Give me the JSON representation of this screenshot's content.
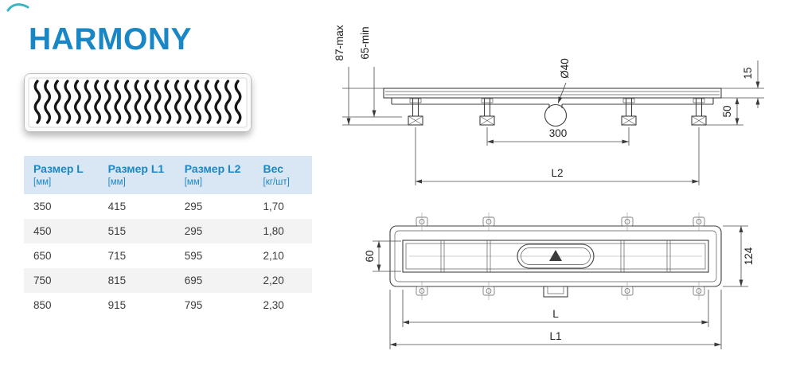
{
  "brand": {
    "title": "HARMONY"
  },
  "table": {
    "headers": [
      {
        "label": "Размер L",
        "unit": "[мм]"
      },
      {
        "label": "Размер L1",
        "unit": "[мм]"
      },
      {
        "label": "Размер L2",
        "unit": "[мм]"
      },
      {
        "label": "Вес",
        "unit": "[кг/шт]"
      }
    ],
    "rows": [
      [
        "350",
        "415",
        "295",
        "1,70"
      ],
      [
        "450",
        "515",
        "295",
        "1,80"
      ],
      [
        "650",
        "715",
        "595",
        "2,10"
      ],
      [
        "750",
        "815",
        "695",
        "2,20"
      ],
      [
        "850",
        "915",
        "795",
        "2,30"
      ]
    ]
  },
  "side_view": {
    "height_max": "87-max",
    "height_min": "65-min",
    "outlet_diameter": "Ø40",
    "frame_height": "15",
    "body_height": "50",
    "outlet_spacing": "300",
    "length_l2": "L2"
  },
  "plan_view": {
    "channel_width": "60",
    "body_width": "124",
    "length_l": "L",
    "length_l1": "L1"
  }
}
